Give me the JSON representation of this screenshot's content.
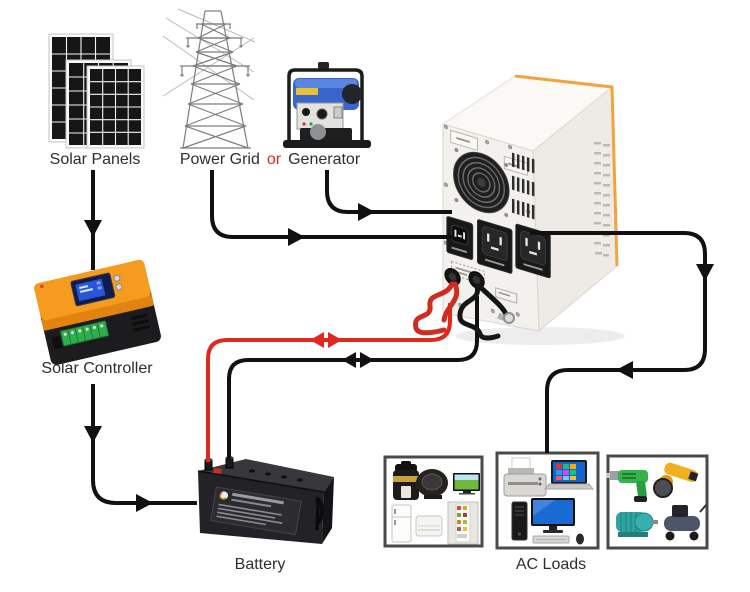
{
  "components": {
    "solar_panels": {
      "label": "Solar Panels",
      "icon": "solar-panels-image"
    },
    "power_source": {
      "label_grid": "Power Grid",
      "label_or": "or",
      "label_generator": "Generator",
      "icons": [
        "power-grid-tower-image",
        "generator-image"
      ]
    },
    "inverter": {
      "icon": "inverter-image"
    },
    "solar_controller": {
      "label": "Solar Controller",
      "icon": "solar-controller-image"
    },
    "battery": {
      "label": "Battery",
      "icon": "battery-image"
    },
    "ac_loads": {
      "label": "AC Loads",
      "icons": [
        "ac-loads-box-appliances",
        "ac-loads-box-computers",
        "ac-loads-box-tools"
      ]
    }
  },
  "colors": {
    "wire_black": "#111111",
    "wire_red": "#e02820",
    "or_text": "#e02820",
    "label_text": "#2e2e2e",
    "inverter_accent": "#f2a33c",
    "controller_orange": "#f59b1f",
    "controller_screen": "#2b55d8",
    "generator_blue": "#3a66cc",
    "battery_body": "#232327",
    "loads_border": "#4a4a4a",
    "tower_grey": "#7d7d7d",
    "terminal_green": "#2fae4e",
    "drill_green": "#35b24a",
    "grinder_yellow": "#f2b01e",
    "motor_teal": "#2fa3a0"
  }
}
